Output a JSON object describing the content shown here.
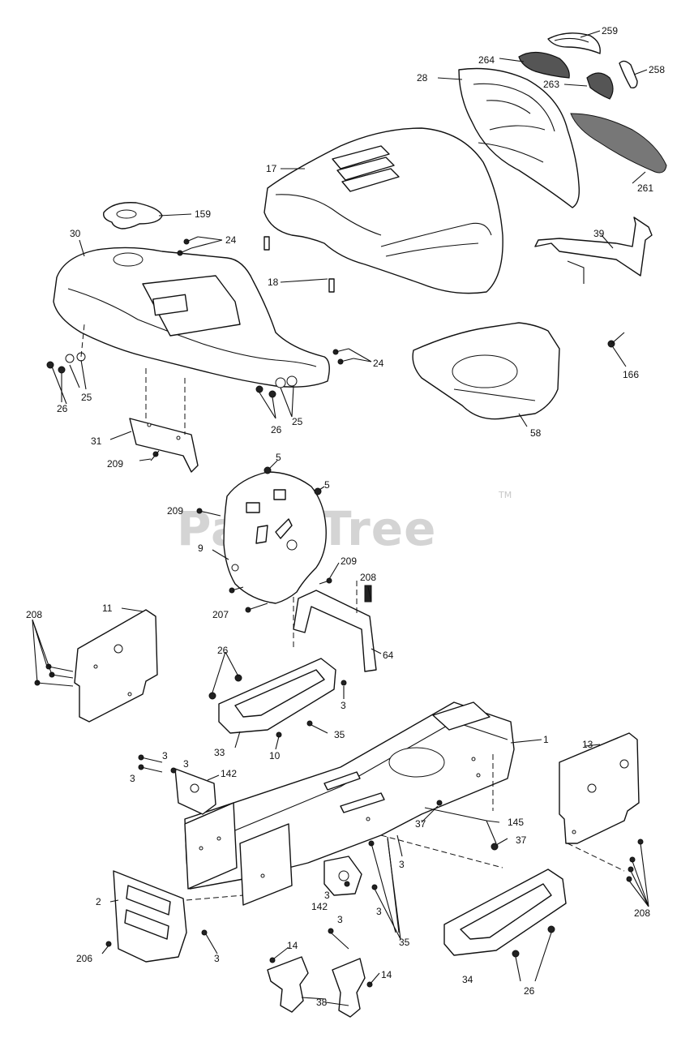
{
  "watermark": {
    "text": "PartsTree",
    "trademark": "TM"
  },
  "callouts": {
    "c259": "259",
    "c264": "264",
    "c258": "258",
    "c28": "28",
    "c263": "263",
    "c261": "261",
    "c17": "17",
    "c159": "159",
    "c30": "30",
    "c24a": "24",
    "c18": "18",
    "c39": "39",
    "c24b": "24",
    "c25a": "25",
    "c26a": "26",
    "c26b": "26",
    "c25b": "25",
    "c166": "166",
    "c58": "58",
    "c31": "31",
    "c209a": "209",
    "c5a": "5",
    "c5b": "5",
    "c209b": "209",
    "c9": "9",
    "c209c": "209",
    "c208a": "208",
    "c207": "207",
    "c11": "11",
    "c208b": "208",
    "c64": "64",
    "c26c": "26",
    "c3a": "3",
    "c35a": "35",
    "c33": "33",
    "c10": "10",
    "c1": "1",
    "c13": "13",
    "c3b": "3",
    "c3c": "3",
    "c3d": "3",
    "c142a": "142",
    "c145": "145",
    "c37a": "37",
    "c37b": "37",
    "c3e": "3",
    "c2": "2",
    "c3f": "3",
    "c142b": "142",
    "c3g": "3",
    "c3h": "3",
    "c208c": "208",
    "c35b": "35",
    "c206": "206",
    "c3i": "3",
    "c14a": "14",
    "c14b": "14",
    "c34": "34",
    "c26d": "26",
    "c38": "38"
  }
}
